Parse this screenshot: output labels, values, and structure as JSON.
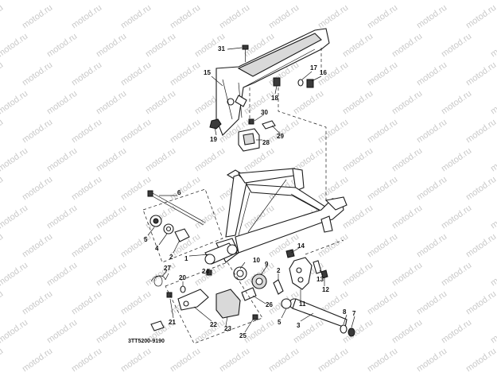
{
  "diagram_code": "3TT5200-9190",
  "watermark_text": "motod.ru",
  "callouts": {
    "n1": "1",
    "n2a": "2",
    "n2b": "2",
    "n3": "3",
    "n4": "4",
    "n5a": "5",
    "n5b": "5",
    "n6": "6",
    "n7": "7",
    "n8": "8",
    "n9": "9",
    "n10": "10",
    "n11": "11",
    "n12": "12",
    "n13": "13",
    "n14": "14",
    "n15": "15",
    "n16": "16",
    "n17": "17",
    "n18": "18",
    "n19": "19",
    "n20": "20",
    "n21": "21",
    "n22": "22",
    "n23": "23",
    "n24": "24",
    "n25": "25",
    "n26": "26",
    "n27": "27",
    "n28": "28",
    "n29": "29",
    "n30": "30",
    "n31": "31"
  },
  "colors": {
    "line": "#1a1a1a",
    "watermark": "#c9c9c9",
    "background": "#ffffff"
  }
}
